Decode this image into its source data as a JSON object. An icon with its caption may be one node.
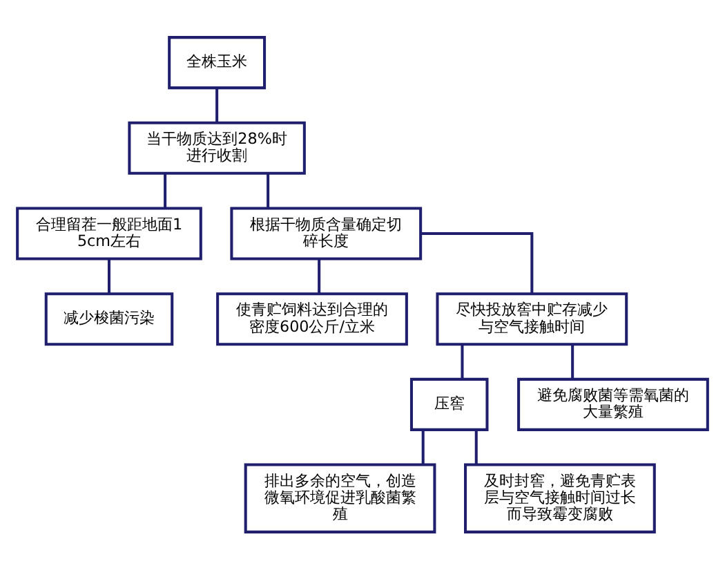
{
  "diagram": {
    "nodes": [
      {
        "text": [
          "全株玉米"
        ]
      },
      {
        "text": [
          "当干物质达到28%时进行收割"
        ]
      },
      {
        "text": [
          "合理留茬一般距地面15cm左右"
        ]
      },
      {
        "text": [
          "根据干物质含量确定切碎长度"
        ]
      },
      {
        "text": [
          "减少梭菌污染"
        ]
      },
      {
        "text": [
          "使青贮饲料达到合理的密度600公斤/立米"
        ]
      },
      {
        "text": [
          "尽快投放窖中贮存减少与空气接触时间"
        ]
      },
      {
        "text": [
          "压窖"
        ]
      },
      {
        "text": [
          "避免腐败菌等需氧菌的大量繁殖"
        ]
      },
      {
        "text": [
          "排出多余的空气，创造微氧环境促进乳酸菌繁殖"
        ]
      },
      {
        "text": [
          "及时封窖，避免青贮表层与空气接触时间过长而导致霉变腐败"
        ]
      }
    ],
    "edges": [
      {
        "from": 0,
        "to": 1,
        "arrow": "none"
      },
      {
        "from": 1,
        "to": 2,
        "arrow": "none"
      },
      {
        "from": 1,
        "to": 3,
        "arrow": "none"
      },
      {
        "from": 2,
        "to": 4,
        "arrow": "none"
      },
      {
        "from": 3,
        "to": 5,
        "arrow": "none"
      },
      {
        "from": 3,
        "to": 6,
        "arrow": "none"
      },
      {
        "from": 6,
        "to": 7,
        "arrow": "none"
      },
      {
        "from": 6,
        "to": 8,
        "arrow": "none"
      },
      {
        "from": 7,
        "to": 9,
        "arrow": "none"
      },
      {
        "from": 7,
        "to": 10,
        "arrow": "none"
      }
    ]
  }
}
